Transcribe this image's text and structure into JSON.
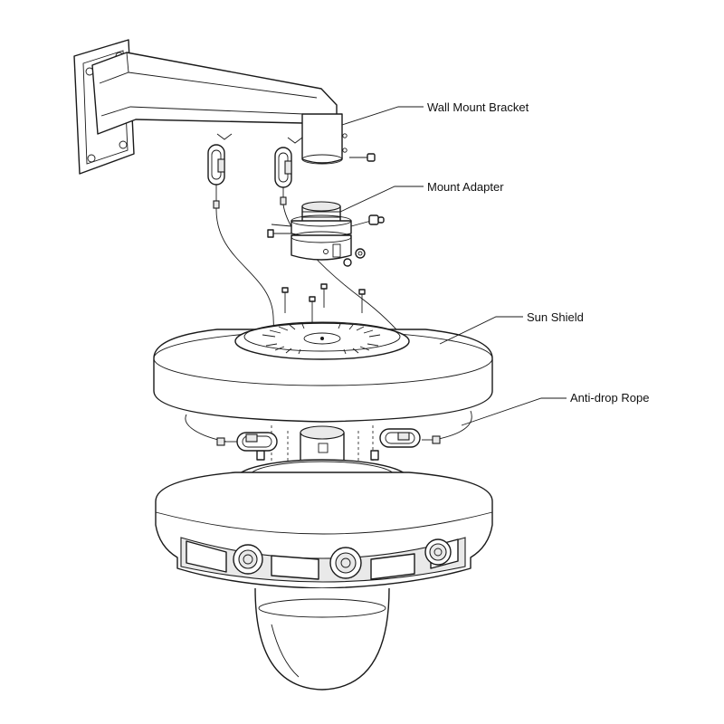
{
  "labels": {
    "wall_mount_bracket": "Wall Mount Bracket",
    "mount_adapter": "Mount Adapter",
    "sun_shield": "Sun Shield",
    "anti_drop_rope": "Anti-drop Rope"
  }
}
